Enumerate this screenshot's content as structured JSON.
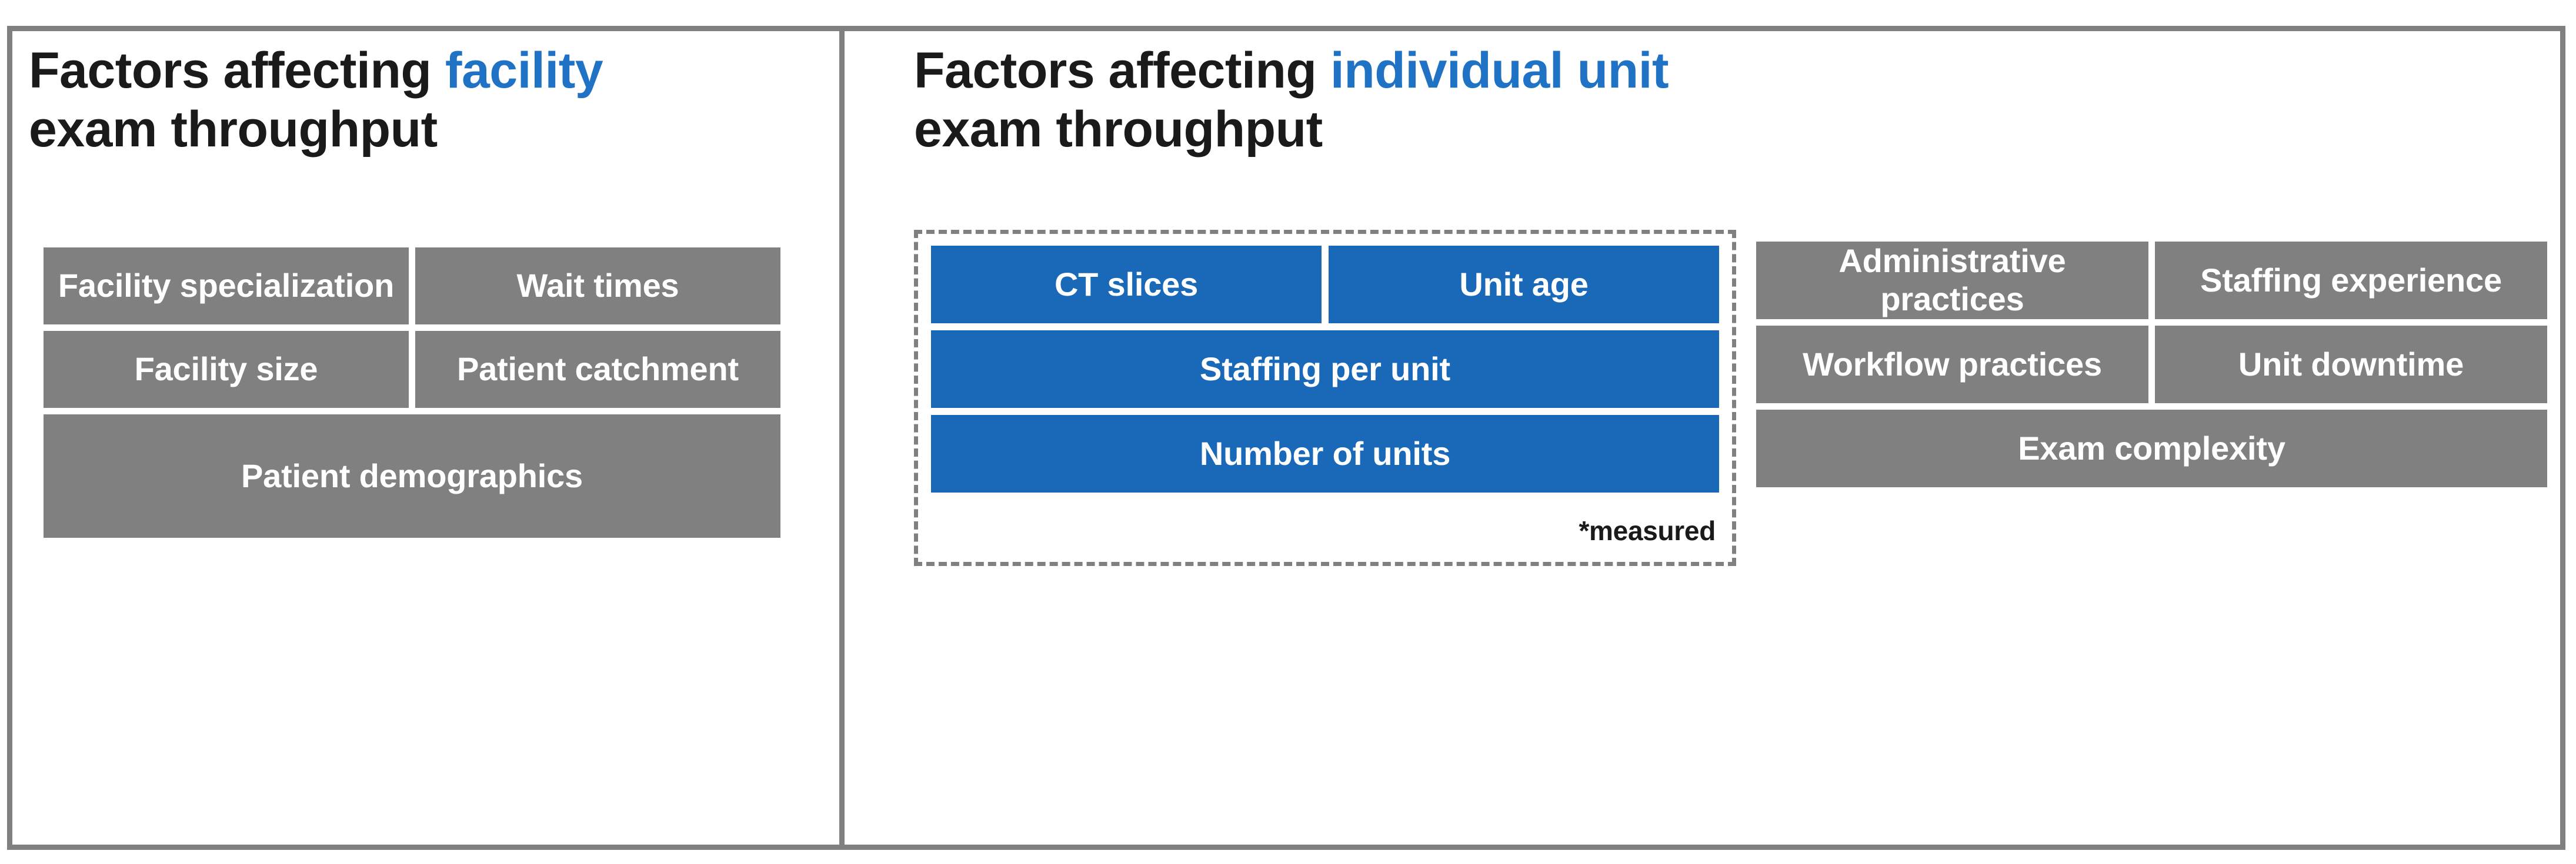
{
  "colors": {
    "gray_box": "#808080",
    "blue_box": "#1a69b8",
    "accent_text": "#1f72c4",
    "border": "#808080",
    "box_text": "#ffffff",
    "title_text": "#1a1a1a"
  },
  "left_panel": {
    "title_prefix": "Factors affecting ",
    "title_accent": "facility",
    "title_suffix": "exam throughput",
    "rows": [
      {
        "boxes": [
          {
            "label": "Facility specialization",
            "style": "gray",
            "span": "half"
          },
          {
            "label": "Wait times",
            "style": "gray",
            "span": "half"
          }
        ]
      },
      {
        "boxes": [
          {
            "label": "Facility size",
            "style": "gray",
            "span": "half"
          },
          {
            "label": "Patient catchment",
            "style": "gray",
            "span": "half"
          }
        ]
      },
      {
        "boxes": [
          {
            "label": "Patient demographics",
            "style": "gray",
            "span": "full"
          }
        ]
      }
    ]
  },
  "right_panel": {
    "title_prefix": "Factors affecting ",
    "title_accent": "individual unit",
    "title_suffix": "exam throughput",
    "measured_group": {
      "note": "*measured",
      "rows": [
        {
          "boxes": [
            {
              "label": "CT slices",
              "style": "blue",
              "span": "half"
            },
            {
              "label": "Unit age",
              "style": "blue",
              "span": "half"
            }
          ]
        },
        {
          "boxes": [
            {
              "label": "Staffing per unit",
              "style": "blue",
              "span": "full"
            }
          ]
        },
        {
          "boxes": [
            {
              "label": "Number of units",
              "style": "blue",
              "span": "full"
            }
          ]
        }
      ]
    },
    "other_factors": {
      "rows": [
        {
          "boxes": [
            {
              "label": "Administrative practices",
              "style": "gray",
              "span": "half"
            },
            {
              "label": "Staffing experience",
              "style": "gray",
              "span": "half"
            }
          ]
        },
        {
          "boxes": [
            {
              "label": "Workflow practices",
              "style": "gray",
              "span": "half"
            },
            {
              "label": "Unit downtime",
              "style": "gray",
              "span": "half"
            }
          ]
        },
        {
          "boxes": [
            {
              "label": "Exam complexity",
              "style": "gray",
              "span": "full"
            }
          ]
        }
      ]
    }
  }
}
